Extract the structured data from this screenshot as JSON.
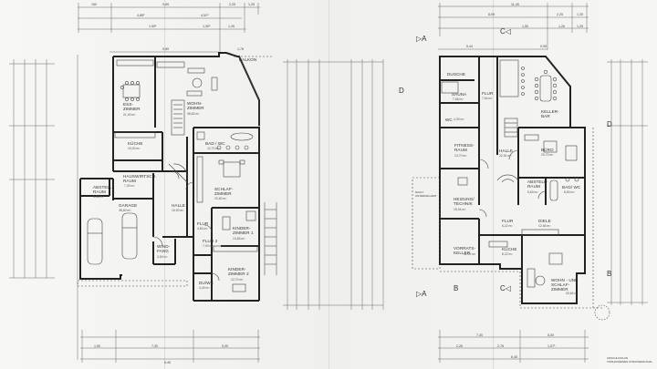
{
  "ground_floor": {
    "rooms": [
      {
        "name": "ESS-\nZIMMER",
        "area": "21,40 m²"
      },
      {
        "name": "WOHN-\nZIMMER",
        "area": "38,62 m²"
      },
      {
        "name": "BALKON",
        "area": ""
      },
      {
        "name": "KÜCHE",
        "area": "10,00 m²"
      },
      {
        "name": "BAD / WC",
        "area": "12,70 m²"
      },
      {
        "name": "HAUSWIRTSCH.\nRAUM",
        "area": "7,30 m²"
      },
      {
        "name": "SCHLAF-\nZIMMER",
        "area": "20,60 m²"
      },
      {
        "name": "ABSTELL-\nRAUM",
        "area": "3,63 m²"
      },
      {
        "name": "GARAGE",
        "area": "38,60 m²"
      },
      {
        "name": "HALLE",
        "area": "15,00 m²"
      },
      {
        "name": "FLUR",
        "area": "4,80 m²"
      },
      {
        "name": "KINDER-\nZIMMER 1",
        "area": "13,65 m²"
      },
      {
        "name": "FLUR 2",
        "area": "7,00 m²"
      },
      {
        "name": "WIND-\nFANG",
        "area": "3,50 m²"
      },
      {
        "name": "KINDER-\nZIMMER 2",
        "area": "12,70 m²"
      },
      {
        "name": "DU/WC",
        "area": "4,40 m²"
      }
    ],
    "dims_top": [
      "150",
      "9,89",
      "2,25",
      "1,25",
      "4,88⁵",
      "4,51⁵",
      "1,50⁵",
      "1,30⁵",
      "1,26",
      "9,89",
      "1,76"
    ],
    "dims_bottom": [
      "1,50",
      "7,30",
      "5,00",
      "6,45"
    ]
  },
  "basement": {
    "rooms": [
      {
        "name": "DUSCHE",
        "area": ""
      },
      {
        "name": "SAUNA",
        "area": "7,65 m²"
      },
      {
        "name": "FLUR",
        "area": "7,64 m²"
      },
      {
        "name": "KELLER-\nBAR",
        "area": ""
      },
      {
        "name": "WC",
        "area": "4,30 m²"
      },
      {
        "name": "FITNESS-\nRAUM",
        "area": "13,70 m²"
      },
      {
        "name": "HALLE",
        "area": "22,51 m²"
      },
      {
        "name": "BÜRO",
        "area": "20,70 m²"
      },
      {
        "name": "HEIZUNG/\nTECHNIK",
        "area": "15,04 m²"
      },
      {
        "name": "ABSTELL-\nRAUM",
        "area": "5,63 m²"
      },
      {
        "name": "BAD/ WC",
        "area": "8,80 m²"
      },
      {
        "name": "FLUR",
        "area": "6,22 m²"
      },
      {
        "name": "DIELE",
        "area": "12,66 m²"
      },
      {
        "name": "VORRATS-\nKELLER",
        "area": "11,09 m²"
      },
      {
        "name": "KÜCHE",
        "area": "8,22 m²"
      },
      {
        "name": "WOHN - UND\nSCHLAF-\nZIMMER",
        "area": "33,64 m²"
      }
    ],
    "dims_top": [
      "11,49",
      "8,99",
      "2,25",
      "1,25",
      "5,44",
      "0,95",
      "1,50",
      "1,26",
      "1,25"
    ],
    "dims_bottom": [
      "7,30",
      "5,00",
      "6,45",
      "2,26",
      "2,76",
      "1,07⁵"
    ],
    "notes": {
      "unexcavated": "NICHT\nUNTERKELLERT",
      "connection": "ANSCHLUSS AN\nVORHANDENEN STRASSENKANAL"
    },
    "section_marks": [
      "A",
      "A",
      "B",
      "B",
      "C",
      "C",
      "D",
      "D"
    ]
  }
}
